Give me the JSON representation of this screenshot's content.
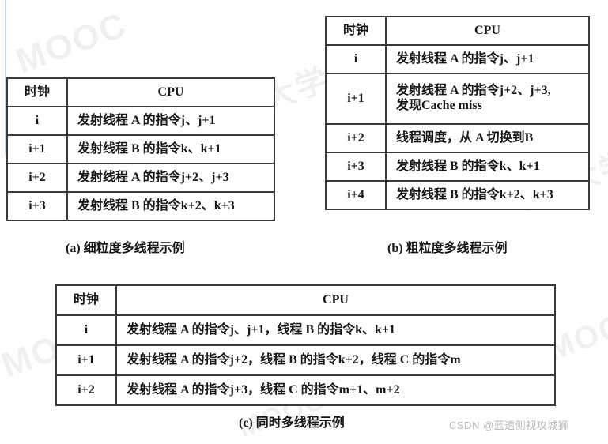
{
  "figure": {
    "watermarks": {
      "background_text": "MOOC",
      "background_text_cn": "中国大学",
      "signature": "CSDN @蓝透侧视攻城狮"
    }
  },
  "tables": {
    "a": {
      "name": "fine-grained-multithreading",
      "caption": "(a) 细粒度多线程示例",
      "headers": [
        "时钟",
        "CPU"
      ],
      "rows": [
        {
          "clock": "i",
          "cpu": "发射线程 A 的指令j、j+1"
        },
        {
          "clock": "i+1",
          "cpu": "发射线程 B 的指令k、k+1"
        },
        {
          "clock": "i+2",
          "cpu": "发射线程 A 的指令j+2、j+3"
        },
        {
          "clock": "i+3",
          "cpu": "发射线程 B 的指令k+2、k+3"
        }
      ]
    },
    "b": {
      "name": "coarse-grained-multithreading",
      "caption": "(b) 粗粒度多线程示例",
      "headers": [
        "时钟",
        "CPU"
      ],
      "rows": [
        {
          "clock": "i",
          "cpu": "发射线程 A 的指令j、j+1"
        },
        {
          "clock": "i+1",
          "cpu": "发射线程 A 的指令j+2、j+3,\n发现Cache miss"
        },
        {
          "clock": "i+2",
          "cpu": "线程调度，从 A 切换到B"
        },
        {
          "clock": "i+3",
          "cpu": "发射线程 B 的指令k、k+1"
        },
        {
          "clock": "i+4",
          "cpu": "发射线程 B 的指令k+2、k+3"
        }
      ]
    },
    "c": {
      "name": "simultaneous-multithreading",
      "caption": "(c) 同时多线程示例",
      "headers": [
        "时钟",
        "CPU"
      ],
      "rows": [
        {
          "clock": "i",
          "cpu": "发射线程 A 的指令j、j+1，线程 B 的指令k、k+1"
        },
        {
          "clock": "i+1",
          "cpu": "发射线程 A 的指令j+2，线程 B 的指令k+2，线程 C 的指令m"
        },
        {
          "clock": "i+2",
          "cpu": "发射线程 A 的指令j+3，线程 C 的指令m+1、m+2"
        }
      ]
    }
  }
}
